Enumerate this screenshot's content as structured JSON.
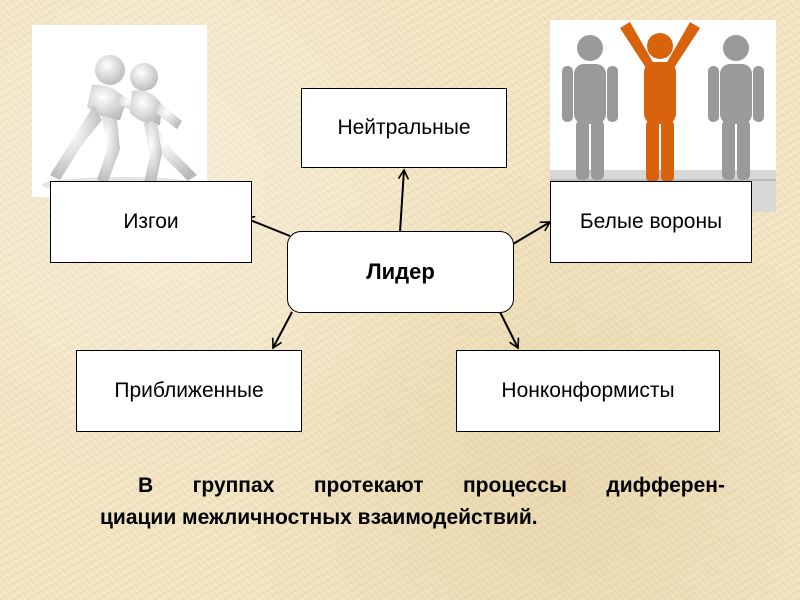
{
  "diagram": {
    "center": "Лидер",
    "nodes": {
      "top": "Нейтральные",
      "left": "Изгои",
      "right": "Белые вороны",
      "bottom_left": "Приближенные",
      "bottom_right": "Нонконформисты"
    }
  },
  "caption": {
    "line1": "В группах протекают процессы дифферен-",
    "line2": "циации межличностных взаимодействий."
  },
  "colors": {
    "background": "#f3e6c4",
    "accent_figure": "#d9620c",
    "gray_figure": "#9a9a9a"
  },
  "images": {
    "left": "two-figures-pushing-icon",
    "right": "orange-figure-raised-arms-icon"
  }
}
